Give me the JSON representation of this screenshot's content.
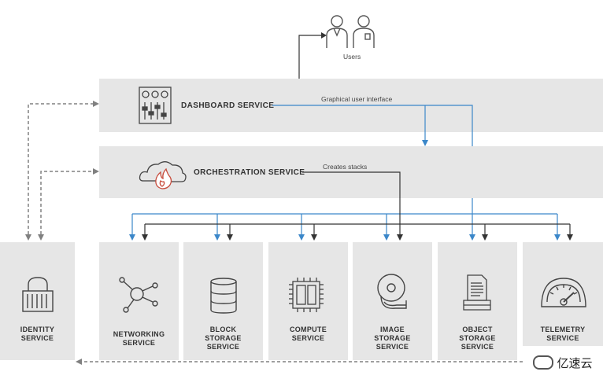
{
  "users": {
    "label": "Users"
  },
  "dashboard": {
    "label": "DASHBOARD SERVICE",
    "note": "Graphical user interface"
  },
  "orchestration": {
    "label": "ORCHESTRATION SERVICE",
    "note": "Creates stacks"
  },
  "identity": {
    "line1": "IDENTITY",
    "line2": "SERVICE"
  },
  "services": [
    {
      "line1": "NETWORKING",
      "line2": "SERVICE",
      "line3": ""
    },
    {
      "line1": "BLOCK",
      "line2": "STORAGE",
      "line3": "SERVICE"
    },
    {
      "line1": "COMPUTE",
      "line2": "SERVICE",
      "line3": ""
    },
    {
      "line1": "IMAGE",
      "line2": "STORAGE",
      "line3": "SERVICE"
    },
    {
      "line1": "OBJECT",
      "line2": "STORAGE",
      "line3": "SERVICE"
    },
    {
      "line1": "TELEMETRY",
      "line2": "SERVICE",
      "line3": ""
    }
  ],
  "watermark": {
    "text": "亿速云"
  },
  "colors": {
    "band": "#e6e6e6",
    "blue_arrow": "#3b87c9",
    "dark_arrow": "#333333",
    "dashed": "#808080"
  }
}
